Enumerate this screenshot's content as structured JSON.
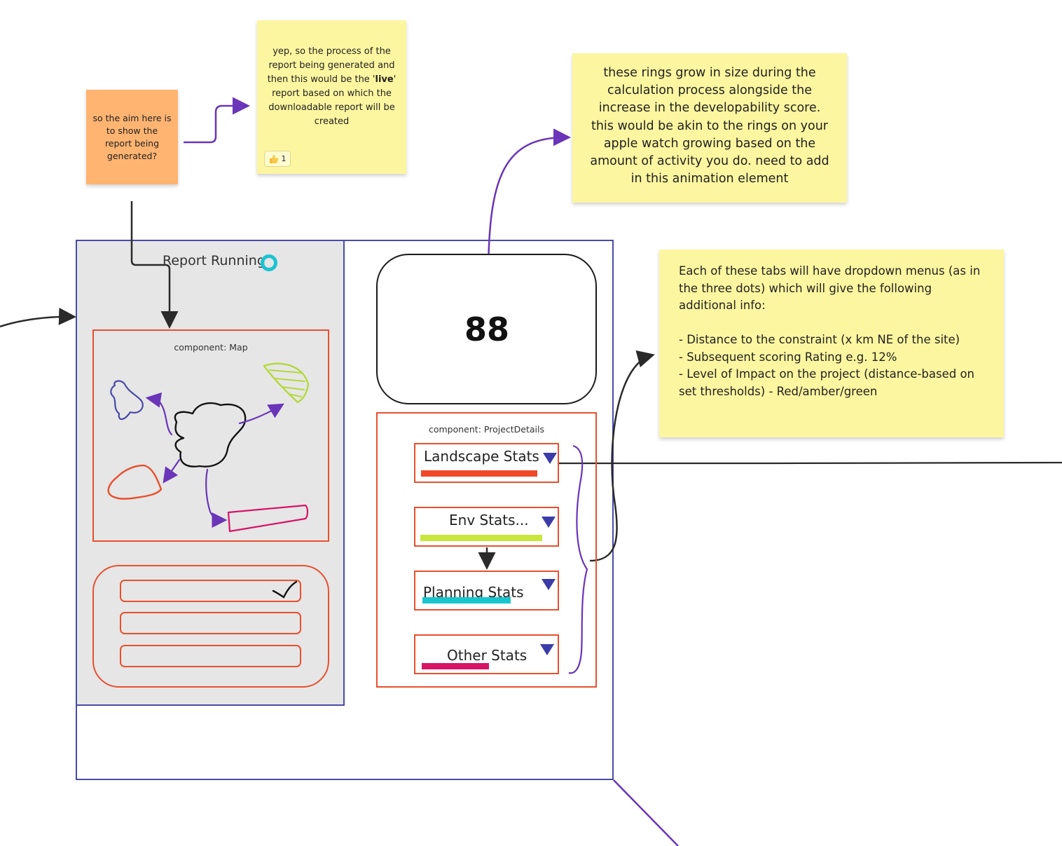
{
  "notes": {
    "orange": "so the aim here is to show the report being generated?",
    "reply_before": "yep, so the process of the report being generated and then this would be the '",
    "reply_bold": "live",
    "reply_after": "' report based on which the downloadable report will be created",
    "reaction_icon": "thumbs-up",
    "reaction_count": "1",
    "rings": "these rings grow in size during the calculation process alongside the increase in the developability score. this would be akin to the rings on your apple watch growing based on the amount of activity you do. need to add in this animation element",
    "tabs": "Each of these tabs will have dropdown menus (as in the three dots) which will give the following additional info:\n\n- Distance to the constraint (x km NE of the site)\n- Subsequent scoring Rating e.g. 12%\n- Level of Impact on the project (distance-based on set thresholds) - Red/amber/green"
  },
  "report": {
    "title": "Report Running",
    "map_label": "component: Map",
    "score": "88",
    "project_details_label": "component: ProjectDetails"
  },
  "tabs": [
    {
      "label": "Landscape Stats",
      "color": "#f0492a"
    },
    {
      "label": "Env Stats...",
      "color": "#c8e63c"
    },
    {
      "label": "Planning Stats",
      "color": "#17c6cf"
    },
    {
      "label": "Other Stats",
      "color": "#d81466"
    }
  ],
  "colors": {
    "frame": "#4a4aa8",
    "component_border": "#e8502f",
    "arrow_purple": "#6a35b8",
    "ring_outer": "#c8e63c",
    "ring_cyan": "#17c6cf",
    "ring_magenta": "#d81466",
    "ring_inner": "#f0492a"
  }
}
